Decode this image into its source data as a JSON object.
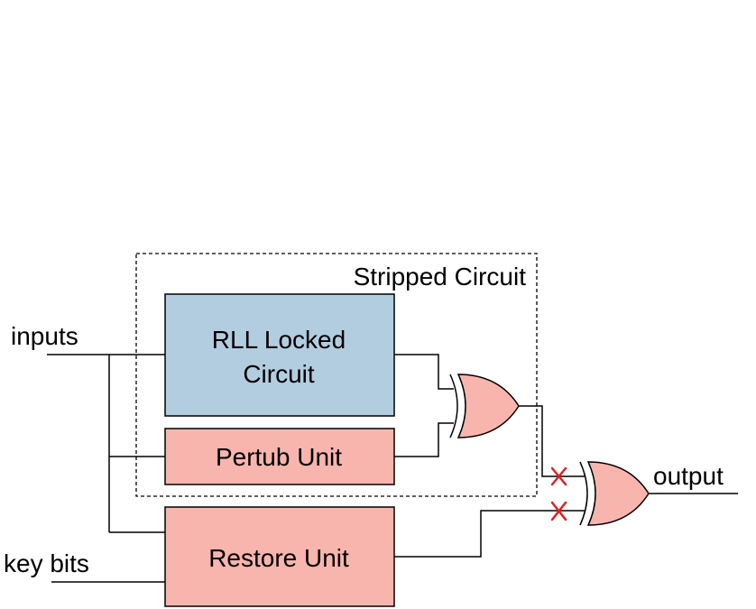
{
  "labels": {
    "stripped_circuit": "Stripped Circuit",
    "inputs": "inputs",
    "key_bits": "key bits",
    "output": "output"
  },
  "blocks": {
    "rll_locked_circuit": [
      "RLL Locked",
      "Circuit"
    ],
    "pertub_unit": "Pertub Unit",
    "restore_unit": "Restore Unit"
  },
  "colors": {
    "rll_fill": "#b3cde0",
    "red_block_fill": "#f8b5ae",
    "xor_fill": "#f8b5ae",
    "cut_marker": "#e02020",
    "stroke": "#000000"
  },
  "gates": [
    "xor",
    "xor"
  ],
  "cut_marker_icon": "x-cross-icon"
}
